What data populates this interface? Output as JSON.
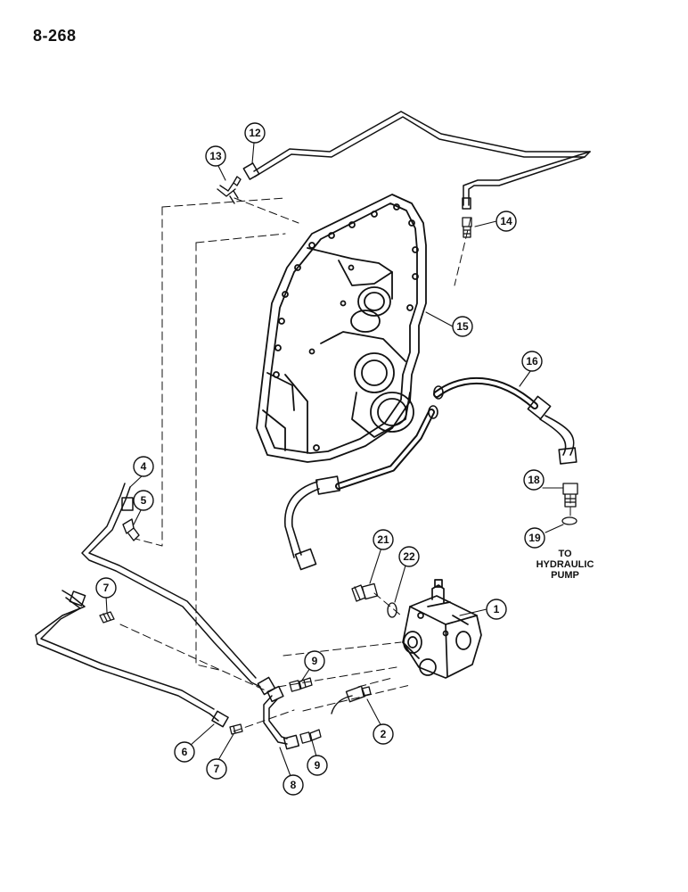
{
  "page": {
    "number": "8-268"
  },
  "callouts": [
    {
      "id": "c1",
      "label": "1"
    },
    {
      "id": "c2",
      "label": "2"
    },
    {
      "id": "c4",
      "label": "4"
    },
    {
      "id": "c5",
      "label": "5"
    },
    {
      "id": "c6",
      "label": "6"
    },
    {
      "id": "c7a",
      "label": "7"
    },
    {
      "id": "c7b",
      "label": "7"
    },
    {
      "id": "c8",
      "label": "8"
    },
    {
      "id": "c9a",
      "label": "9"
    },
    {
      "id": "c9b",
      "label": "9"
    },
    {
      "id": "c12",
      "label": "12"
    },
    {
      "id": "c13",
      "label": "13"
    },
    {
      "id": "c14",
      "label": "14"
    },
    {
      "id": "c15",
      "label": "15"
    },
    {
      "id": "c16",
      "label": "16"
    },
    {
      "id": "c18",
      "label": "18"
    },
    {
      "id": "c19",
      "label": "19"
    },
    {
      "id": "c21",
      "label": "21"
    },
    {
      "id": "c22",
      "label": "22"
    }
  ],
  "note": {
    "line1": "TO",
    "line2": "HYDRAULIC",
    "line3": "PUMP"
  },
  "colors": {
    "ink": "#111111",
    "paper": "#ffffff"
  }
}
